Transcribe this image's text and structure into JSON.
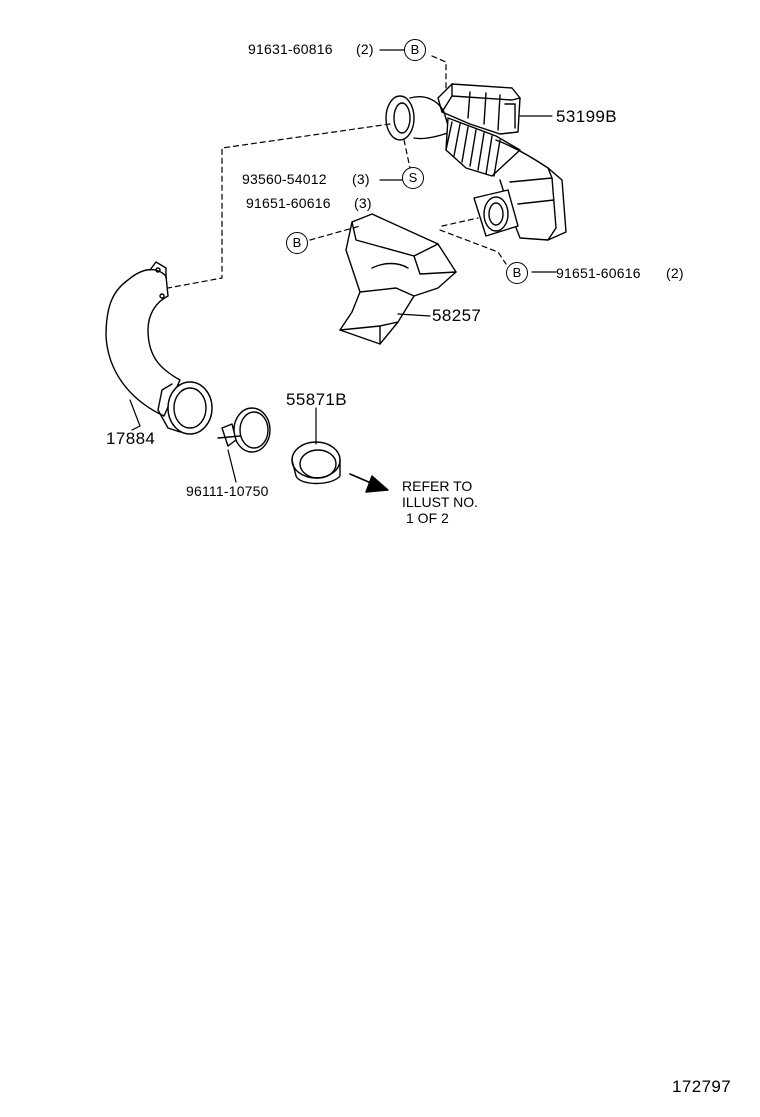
{
  "callouts": [
    {
      "id": "c1",
      "part": "91631-60816",
      "qty": "(2)",
      "symbol": "B"
    },
    {
      "id": "c2",
      "part": "53199B"
    },
    {
      "id": "c3",
      "part": "93560-54012",
      "qty": "(3)",
      "symbol": "S"
    },
    {
      "id": "c4",
      "part": "91651-60616",
      "qty": "(3)",
      "symbol": "B"
    },
    {
      "id": "c5",
      "part": "91651-60616",
      "qty": "(2)",
      "symbol": "B"
    },
    {
      "id": "c6",
      "part": "58257"
    },
    {
      "id": "c7",
      "part": "55871B"
    },
    {
      "id": "c8",
      "part": "17884"
    },
    {
      "id": "c9",
      "part": "96111-10750"
    }
  ],
  "reference_note": {
    "line1": "REFER TO",
    "line2": "ILLUST NO.",
    "line3": "1 OF 2"
  },
  "illustration_number": "172797"
}
